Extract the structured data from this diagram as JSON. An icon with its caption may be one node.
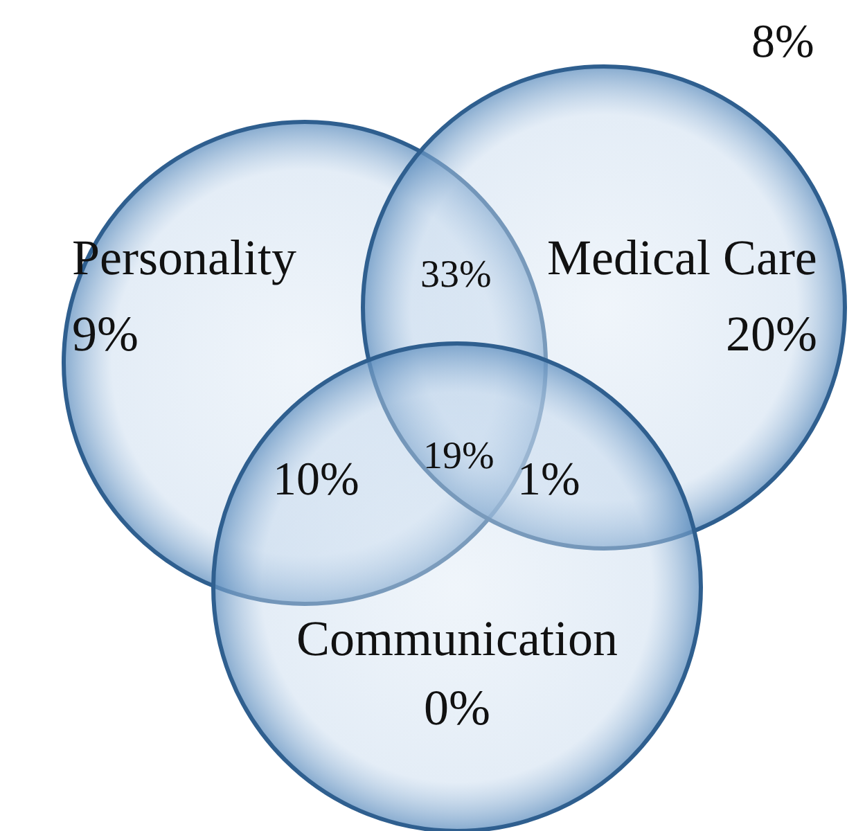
{
  "diagram": {
    "nodes": [
      {
        "text": [
          "Personality",
          "9%"
        ]
      },
      {
        "text": [
          "Medical Care",
          "20%"
        ]
      },
      {
        "text": [
          "Communication",
          "0%"
        ]
      }
    ],
    "labels": [
      "8%",
      "33%",
      "10%",
      "19%",
      "1%"
    ]
  }
}
